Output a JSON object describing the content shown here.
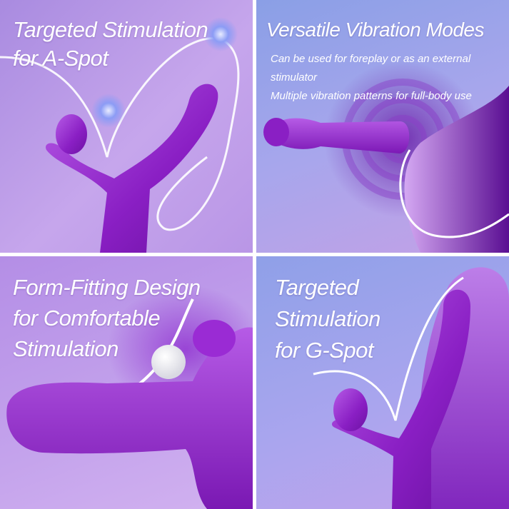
{
  "panels": [
    {
      "id": "a-spot",
      "title_lines": [
        "Targeted Stimulation",
        "for A-Spot"
      ]
    },
    {
      "id": "vibration-modes",
      "title_lines": [
        "Versatile Vibration Modes"
      ],
      "description_lines": [
        "Can be used for foreplay or as an external",
        "stimulator",
        "Multiple vibration patterns for full-body use"
      ]
    },
    {
      "id": "form-fitting",
      "title_lines": [
        "Form-Fitting Design",
        "for Comfortable",
        "Stimulation"
      ]
    },
    {
      "id": "g-spot",
      "title_lines": [
        "Targeted",
        "Stimulation",
        "for G-Spot"
      ]
    }
  ],
  "colors": {
    "product_purple": "#8a1fc4",
    "product_highlight": "#b65be6",
    "accent_glow_blue": "#6f7ff0",
    "text": "#ffffff"
  }
}
